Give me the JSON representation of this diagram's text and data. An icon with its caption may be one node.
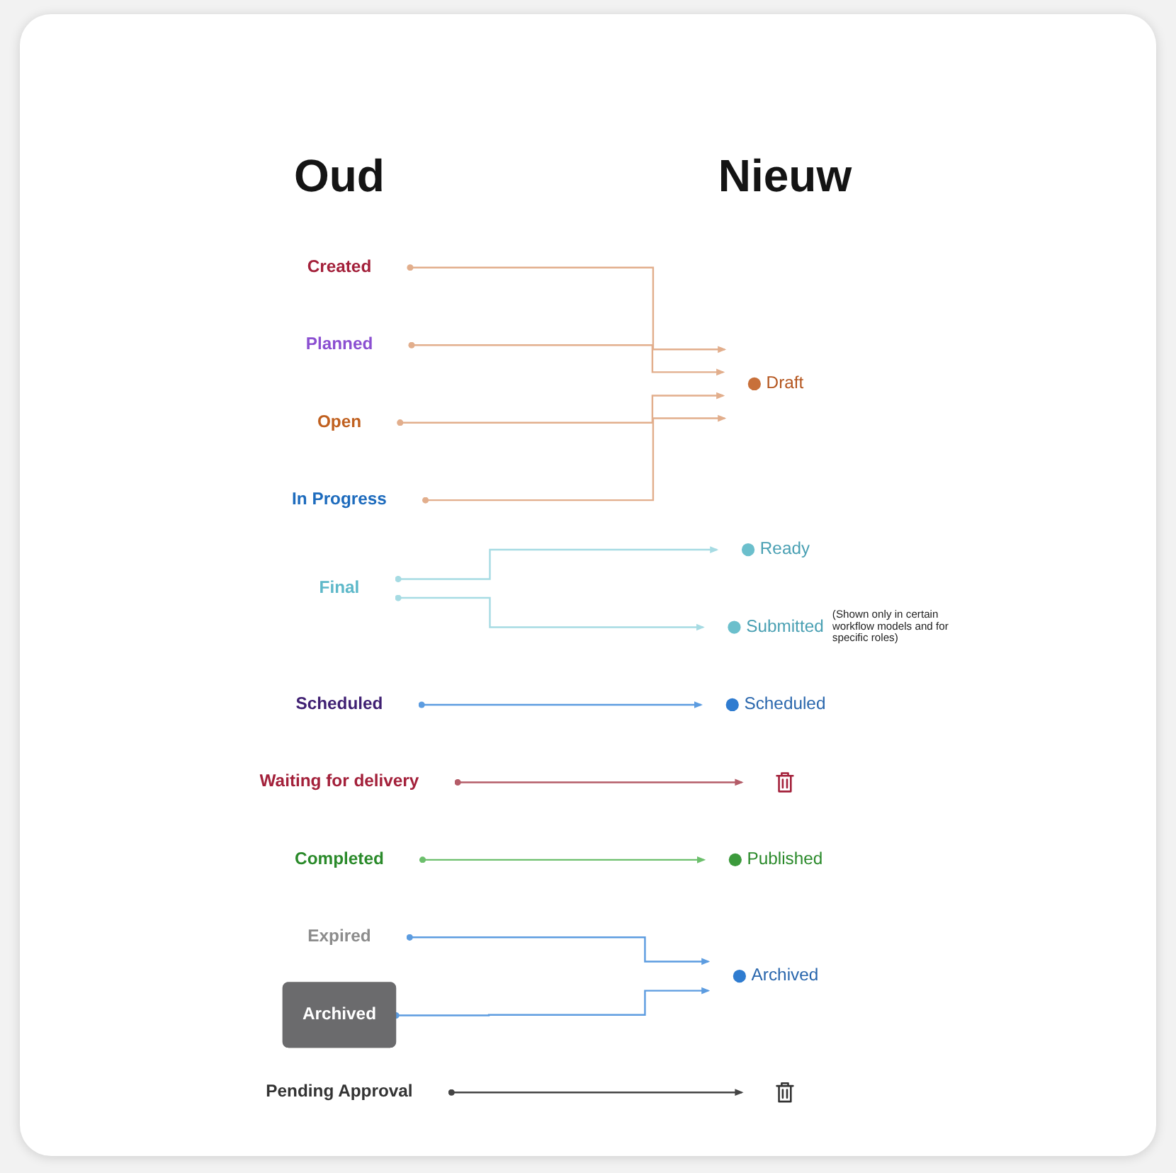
{
  "diagram": {
    "nodes": [
      {
        "text": [
          "Created"
        ]
      },
      {
        "text": [
          "Planned"
        ]
      },
      {
        "text": [
          "Open"
        ]
      },
      {
        "text": [
          "In Progress"
        ]
      },
      {
        "text": [
          "Final"
        ]
      },
      {
        "text": [
          "Scheduled"
        ]
      },
      {
        "text": [
          "Waiting for delivery"
        ]
      },
      {
        "text": [
          "Completed"
        ]
      },
      {
        "text": [
          "Expired"
        ]
      },
      {
        "text": [
          "Pending Approval"
        ]
      },
      {
        "text": [
          "Archived"
        ]
      },
      {
        "text": [
          "Draft"
        ]
      },
      {
        "text": [
          "Ready"
        ]
      },
      {
        "text": [
          "Submitted"
        ]
      },
      {
        "text": [
          "Scheduled"
        ]
      },
      {
        "text": [
          "Published"
        ]
      },
      {
        "text": [
          "Archived"
        ]
      },
      {
        "text": [],
        "shape": "trash"
      },
      {
        "text": [],
        "shape": "trash"
      }
    ],
    "edges": [
      {
        "from": 0,
        "to": 11,
        "arrow": "to",
        "color": "#e2ae8c"
      },
      {
        "from": 1,
        "to": 11,
        "arrow": "to",
        "color": "#e2ae8c"
      },
      {
        "from": 2,
        "to": 11,
        "arrow": "to",
        "color": "#e2ae8c"
      },
      {
        "from": 3,
        "to": 11,
        "arrow": "to",
        "color": "#e2ae8c"
      },
      {
        "from": 4,
        "to": 12,
        "arrow": "to",
        "color": "#a6dbe3"
      },
      {
        "from": 4,
        "to": 13,
        "arrow": "to",
        "color": "#a6dbe3"
      },
      {
        "from": 5,
        "to": 14,
        "arrow": "to",
        "color": "#5c9ce0"
      },
      {
        "from": 6,
        "to": 17,
        "arrow": "to",
        "color": "#b45c68"
      },
      {
        "from": 7,
        "to": 15,
        "arrow": "to",
        "color": "#6cbf6c"
      },
      {
        "from": 8,
        "to": 16,
        "arrow": "to",
        "color": "#5c9ce0"
      },
      {
        "from": 9,
        "to": 18,
        "arrow": "to",
        "color": "#444444"
      },
      {
        "from": 10,
        "to": 16,
        "arrow": "to",
        "color": "#5c9ce0"
      }
    ],
    "labels": [
      "Oud",
      "Nieuw",
      "(Shown only in certain workflow models and for specific roles)"
    ]
  }
}
